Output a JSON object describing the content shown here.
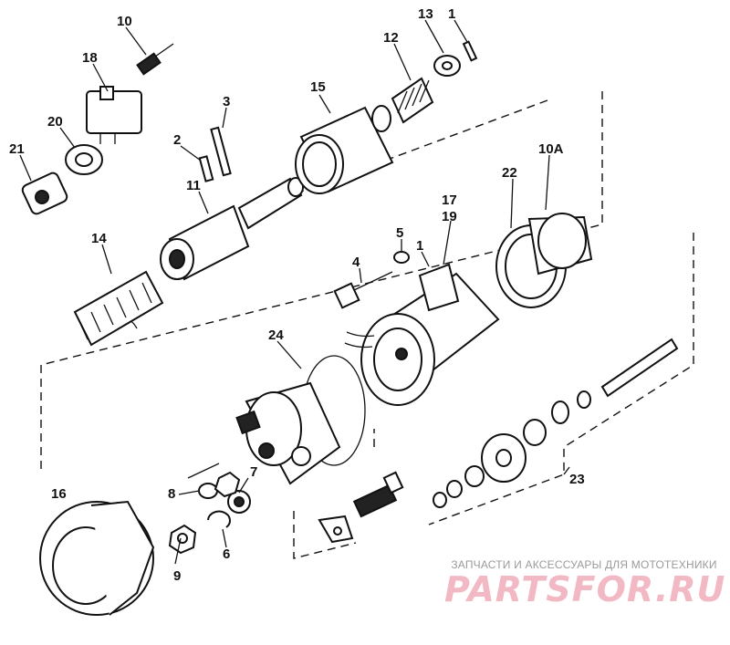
{
  "diagram": {
    "callouts": [
      {
        "id": "c10",
        "text": "10"
      },
      {
        "id": "c13",
        "text": "13"
      },
      {
        "id": "c1a",
        "text": "1"
      },
      {
        "id": "c18",
        "text": "18"
      },
      {
        "id": "c12",
        "text": "12"
      },
      {
        "id": "c15",
        "text": "15"
      },
      {
        "id": "c3",
        "text": "3"
      },
      {
        "id": "c20",
        "text": "20"
      },
      {
        "id": "c2",
        "text": "2"
      },
      {
        "id": "c21",
        "text": "21"
      },
      {
        "id": "c11",
        "text": "11"
      },
      {
        "id": "c10A",
        "text": "10A"
      },
      {
        "id": "c22",
        "text": "22"
      },
      {
        "id": "c17",
        "text": "17"
      },
      {
        "id": "c19",
        "text": "19"
      },
      {
        "id": "c14",
        "text": "14"
      },
      {
        "id": "c5",
        "text": "5"
      },
      {
        "id": "c4",
        "text": "4"
      },
      {
        "id": "c1b",
        "text": "1"
      },
      {
        "id": "c24",
        "text": "24"
      },
      {
        "id": "c7",
        "text": "7"
      },
      {
        "id": "c8",
        "text": "8"
      },
      {
        "id": "c16",
        "text": "16"
      },
      {
        "id": "c23",
        "text": "23"
      },
      {
        "id": "c6",
        "text": "6"
      },
      {
        "id": "c9",
        "text": "9"
      }
    ]
  },
  "watermark": {
    "caption": "ЗАПЧАСТИ И АКСЕССУАРЫ ДЛЯ МОТОТЕХНИКИ",
    "brand": "PARTSFOR.RU"
  }
}
